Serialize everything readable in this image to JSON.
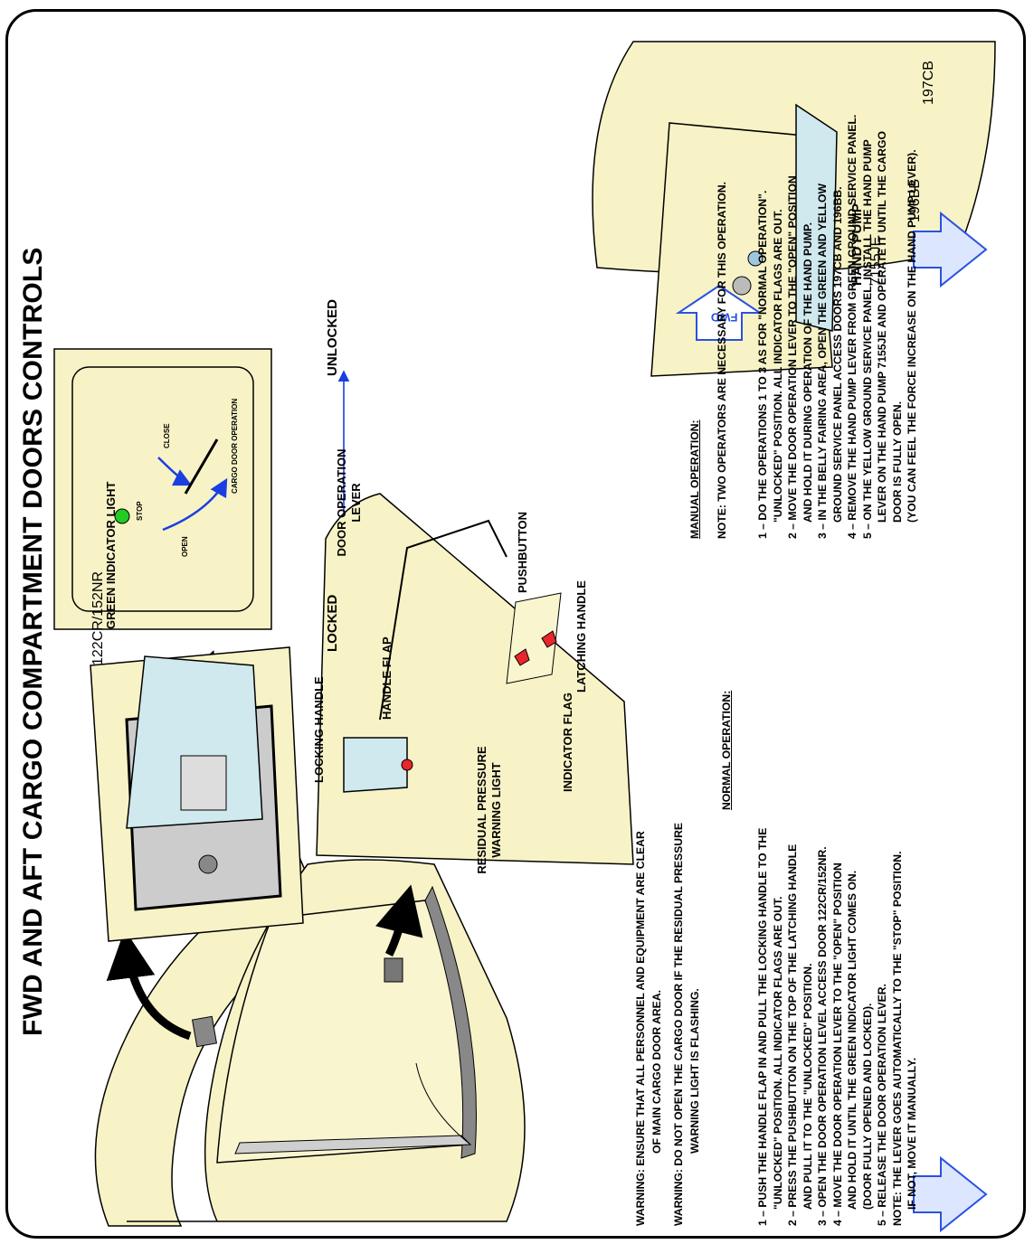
{
  "title": "FWD AND AFT CARGO COMPARTMENT DOORS CONTROLS",
  "refs": {
    "access_door_left": "122CR/152NR",
    "service_door": "196BB",
    "access_door_right": "197CB",
    "hand_pump_num": "7155JE"
  },
  "arrows": {
    "fwd": "FWD"
  },
  "labels": {
    "green_indicator_light": "GREEN INDICATOR LIGHT",
    "door_operation_lever_1": "DOOR OPERATION",
    "door_operation_lever_2": "LEVER",
    "hand_pump": "HAND PUMP",
    "locked": "LOCKED",
    "unlocked": "UNLOCKED",
    "locking_handle": "LOCKING HANDLE",
    "handle_flap": "HANDLE FLAP",
    "pushbutton": "PUSHBUTTON",
    "latching_handle": "LATCHING HANDLE",
    "residual_1": "RESIDUAL PRESSURE",
    "residual_2": "WARNING LIGHT",
    "indicator_flag": "INDICATOR FLAG"
  },
  "panel": {
    "stop": "STOP",
    "open": "OPEN",
    "close": "CLOSE",
    "caption": "CARGO DOOR OPERATION"
  },
  "warnings": {
    "label": "WARNING:",
    "w1_line1": "ENSURE THAT ALL PERSONNEL AND EQUIPMENT ARE CLEAR",
    "w1_line2": "OF MAIN CARGO DOOR AREA.",
    "w2_line1": "DO NOT OPEN THE CARGO DOOR IF THE RESIDUAL PRESSURE",
    "w2_line2": "WARNING LIGHT IS FLASHING."
  },
  "normal": {
    "heading": "NORMAL OPERATION:",
    "s1a": "1 – PUSH THE HANDLE FLAP IN AND PULL THE LOCKING HANDLE TO THE",
    "s1b": "\"UNLOCKED\" POSITION. ALL INDICATOR FLAGS ARE OUT.",
    "s2a": "2 – PRESS THE PUSHBUTTON ON THE TOP OF THE LATCHING HANDLE",
    "s2b": "AND PULL IT TO THE \"UNLOCKED\" POSITION.",
    "s3": "3 – OPEN THE DOOR OPERATION LEVEL ACCESS DOOR 122CR/152NR.",
    "s4a": "4 – MOVE THE DOOR OPERATION LEVER TO THE \"OPEN\" POSITION",
    "s4b": "AND HOLD IT UNTIL THE GREEN INDICATOR LIGHT COMES ON.",
    "s4c": "(DOOR FULLY OPENED AND LOCKED).",
    "s5": "5 – RELEASE THE DOOR OPERATION LEVER.",
    "note_label": "NOTE:",
    "note_a": "THE LEVER GOES AUTOMATICALLY TO THE \"STOP\" POSITION.",
    "note_b": "IF NOT, MOVE IT MANUALLY."
  },
  "manual": {
    "heading": "MANUAL OPERATION:",
    "note_label": "NOTE:",
    "note": "TWO OPERATORS ARE NECESSARY FOR THIS OPERATION.",
    "s1a": "1 – DO THE OPERATIONS 1 TO 3 AS FOR \"NORMAL OPERATION\".",
    "s1b": "\"UNLOCKED\" POSITION. ALL INDICATOR FLAGS ARE OUT.",
    "s2a": "2 – MOVE THE DOOR OPERATION LEVER TO THE \"OPEN\" POSITION",
    "s2b": "AND HOLD IT DURING OPERATION OF THE HAND PUMP.",
    "s3a": "3 – IN THE BELLY FAIRING AREA, OPEN THE GREEN AND YELLOW",
    "s3b": "GROUND SERVICE PANEL ACCESS DOORS 197CB AND 196BB.",
    "s4": "4 – REMOVE THE HAND PUMP LEVER FROM GREEN GROUND SERVICE PANEL.",
    "s5a": "5 – ON THE YELLOW GROUND SERVICE PANEL, INSTALL THE HAND PUMP",
    "s5b": "LEVER ON THE HAND PUMP 7155JE AND OPERATE IT UNTIL THE CARGO",
    "s5c": "DOOR IS FULLY OPEN.",
    "s5d": "(YOU CAN FEEL THE FORCE INCREASE ON THE HAND PUMP LEVER)."
  },
  "colors": {
    "fuselage": "#f7f3c6",
    "panel_blue": "#cfe9ee",
    "indicator_green": "#22cc22",
    "warning_red": "#e8262b",
    "arrow_blue": "#2a52e0",
    "magenta": "#e020e0"
  }
}
